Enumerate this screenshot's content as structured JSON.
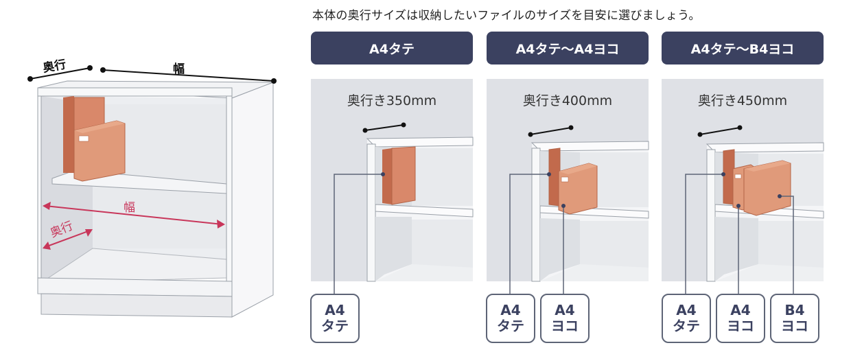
{
  "headline": "本体の奥行サイズは収納したいファイルのサイズを目安に選びましょう。",
  "main_diagram": {
    "depth_label": "奥行",
    "width_label": "幅",
    "inner_width_label": "幅",
    "inner_depth_label": "奥行"
  },
  "panels": [
    {
      "tab": "A4タテ",
      "depth": "奥行き350mm",
      "callouts": [
        {
          "line1": "A4",
          "line2": "タテ"
        }
      ]
    },
    {
      "tab": "A4タテ〜A4ヨコ",
      "depth": "奥行き400mm",
      "callouts": [
        {
          "line1": "A4",
          "line2": "タテ"
        },
        {
          "line1": "A4",
          "line2": "ヨコ"
        }
      ]
    },
    {
      "tab": "A4タテ〜B4ヨコ",
      "depth": "奥行き450mm",
      "callouts": [
        {
          "line1": "A4",
          "line2": "タテ"
        },
        {
          "line1": "A4",
          "line2": "ヨコ"
        },
        {
          "line1": "B4",
          "line2": "ヨコ"
        }
      ]
    }
  ],
  "colors": {
    "tab_bg": "#3b4160",
    "panel_bg": "#dfe1e6",
    "file_orange": "#d9886a",
    "file_dark": "#c26a4c",
    "dimension_red": "#c8365a"
  }
}
